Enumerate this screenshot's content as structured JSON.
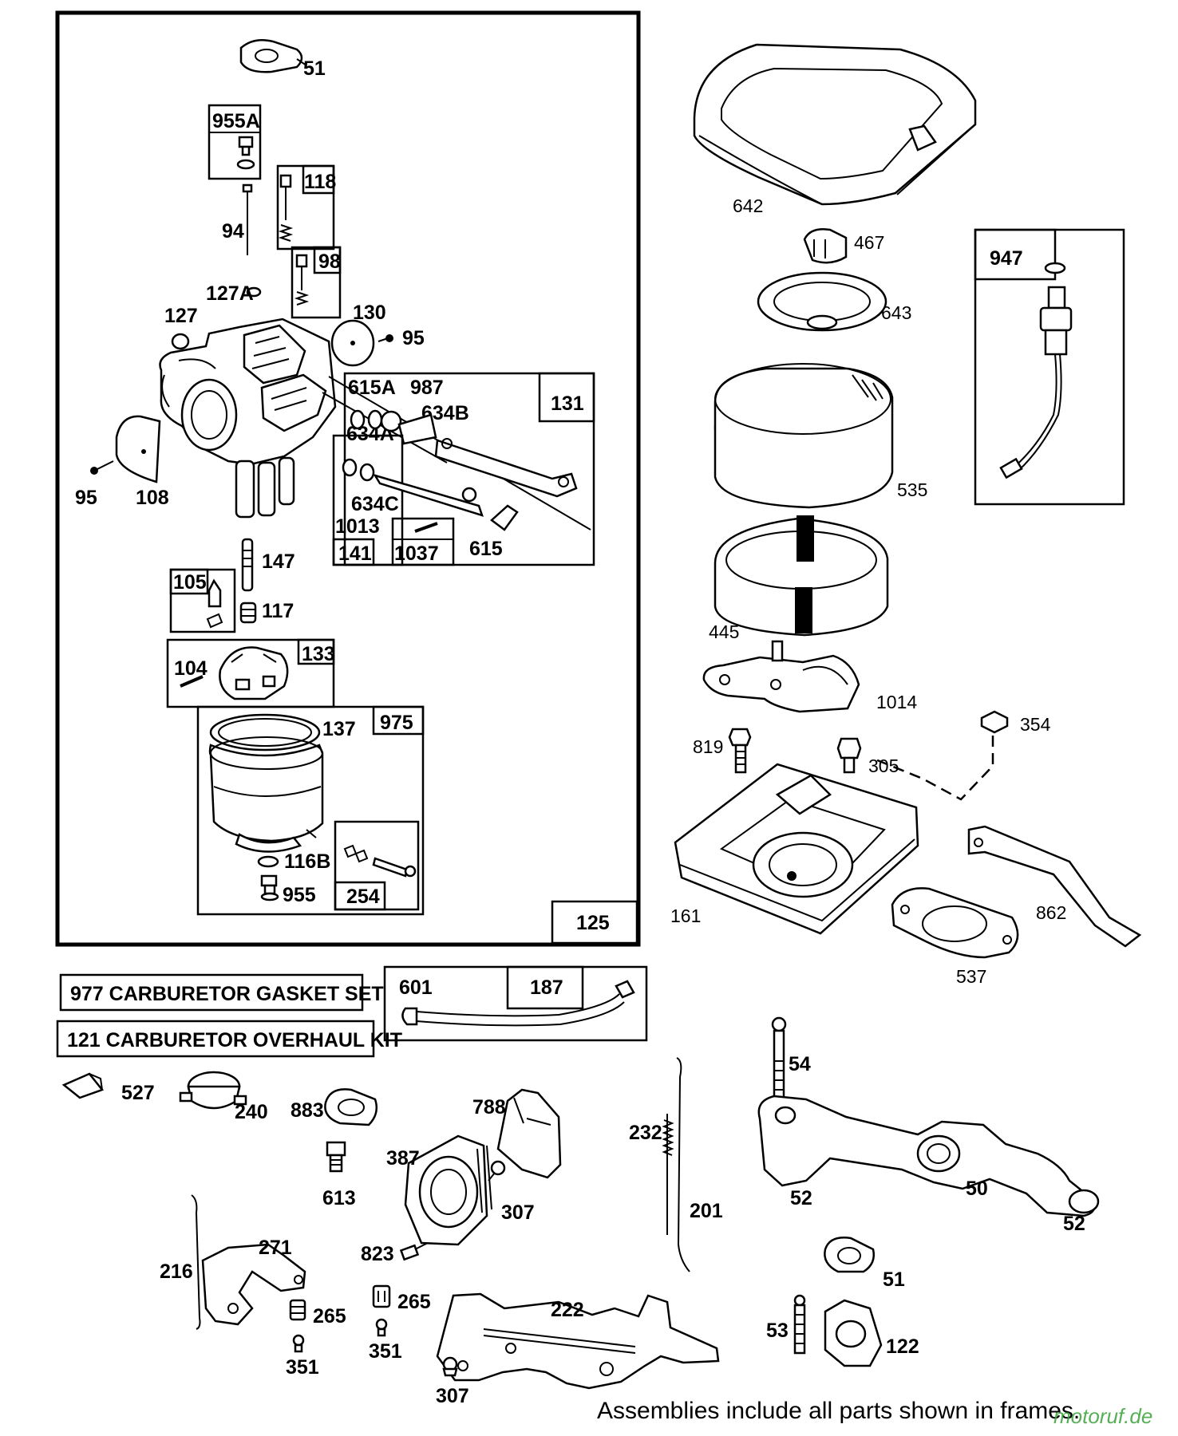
{
  "frame_labels": {
    "f125": "125",
    "f131": "131",
    "f141": "141",
    "f1037": "1037",
    "f133": "133",
    "f975": "975",
    "f254": "254",
    "f955A": "955A",
    "f118": "118",
    "f98": "98",
    "f105": "105",
    "f947": "947",
    "f187": "187"
  },
  "part_labels": {
    "p51a": "51",
    "p94": "94",
    "p127A": "127A",
    "p127": "127",
    "p130": "130",
    "p95a": "95",
    "p95b": "95",
    "p108": "108",
    "p615A": "615A",
    "p987": "987",
    "p634B": "634B",
    "p634A": "634A",
    "p634C": "634C",
    "p1013": "1013",
    "p615": "615",
    "p147": "147",
    "p117": "117",
    "p104": "104",
    "p137": "137",
    "p116B": "116B",
    "p955": "955",
    "p642": "642",
    "p467": "467",
    "p643": "643",
    "p535": "535",
    "p445": "445",
    "p1014": "1014",
    "p819": "819",
    "p305": "305",
    "p354": "354",
    "p161": "161",
    "p862": "862",
    "p537": "537",
    "p601": "601",
    "p527": "527",
    "p240": "240",
    "p883": "883",
    "p613": "613",
    "p788": "788",
    "p387": "387",
    "p307a": "307",
    "p823": "823",
    "p232": "232",
    "p201": "201",
    "p54": "54",
    "p52a": "52",
    "p50": "50",
    "p52b": "52",
    "p216": "216",
    "p271": "271",
    "p265a": "265",
    "p351a": "351",
    "p265b": "265",
    "p351b": "351",
    "p222": "222",
    "p307b": "307",
    "p51b": "51",
    "p53": "53",
    "p122": "122"
  },
  "kits": {
    "gasket_set": "977  CARBURETOR GASKET SET",
    "overhaul_kit": "121  CARBURETOR OVERHAUL KIT"
  },
  "footer": "Assemblies include all parts shown in frames.",
  "watermark": "motoruf.de"
}
